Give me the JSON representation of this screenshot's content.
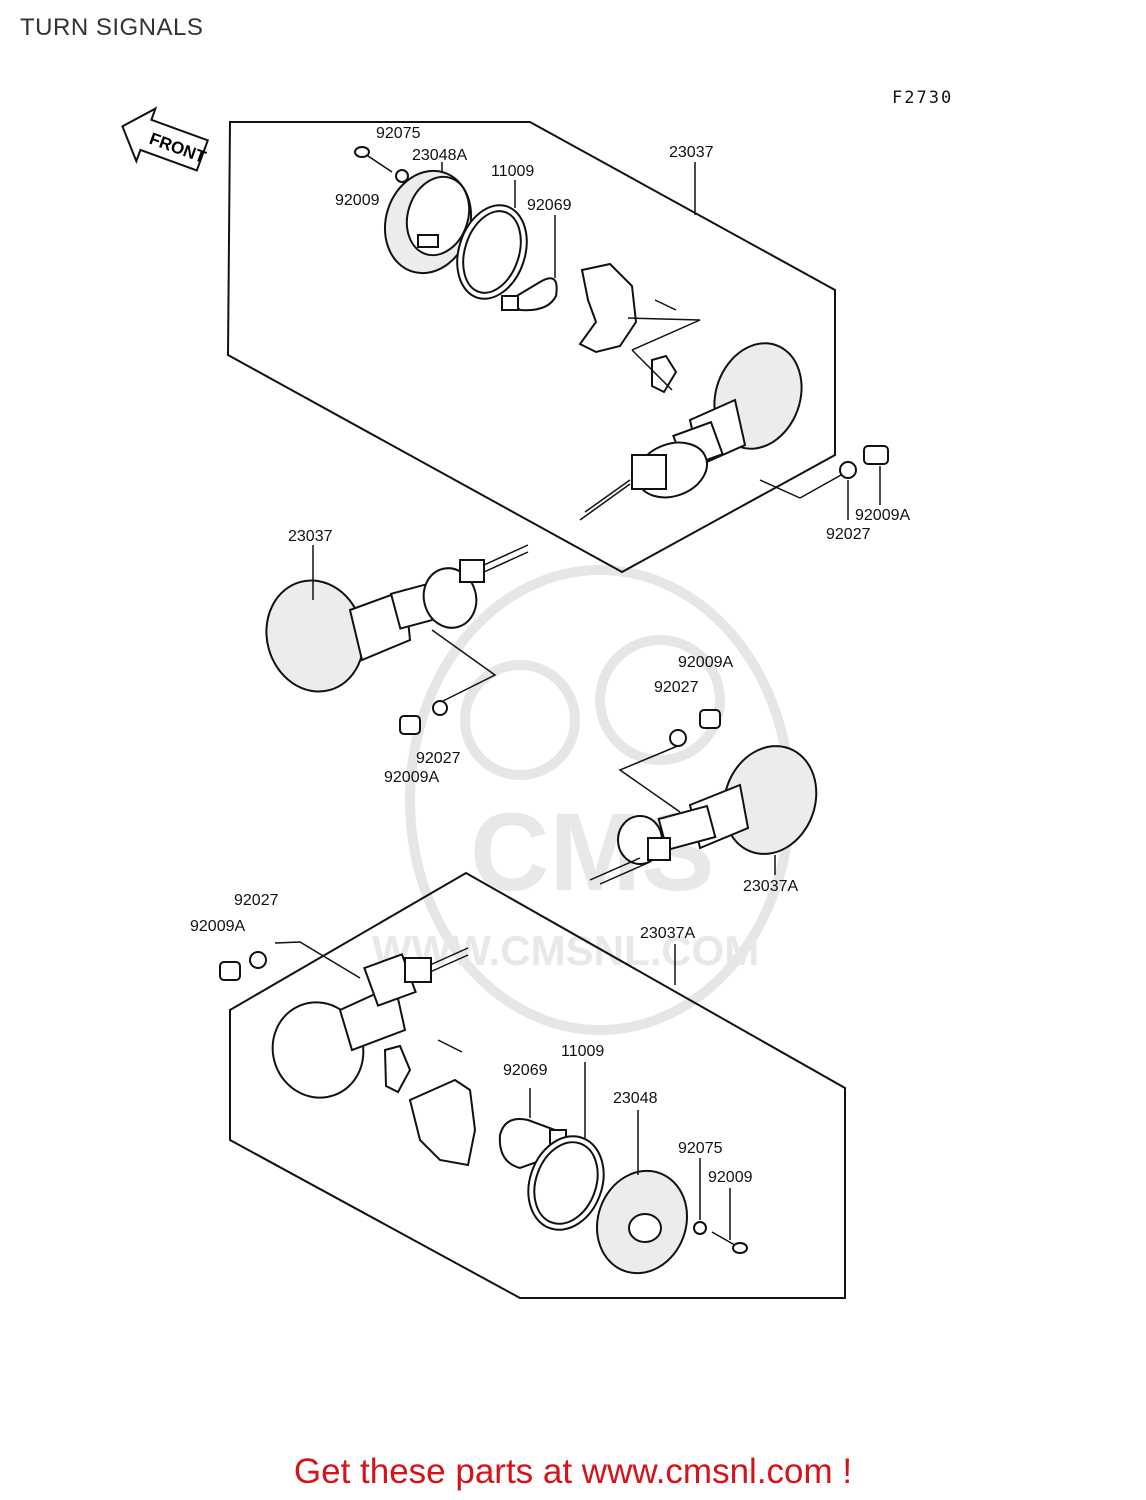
{
  "page": {
    "title": "TURN SIGNALS",
    "figure_code": "F2730"
  },
  "front_arrow": {
    "label": "FRONT"
  },
  "watermark": {
    "url": "WWW.CMSNL.COM",
    "logo": "CMS"
  },
  "labels": {
    "top_92075": "92075",
    "top_23048A": "23048A",
    "top_11009": "11009",
    "top_92009": "92009",
    "top_92069": "92069",
    "top_23037": "23037",
    "r_92009A": "92009A",
    "r_92027": "92027",
    "l_23037": "23037",
    "l_92027": "92027",
    "l_92009A": "92009A",
    "m_92009A": "92009A",
    "m_92027": "92027",
    "m_23037A": "23037A",
    "b_92027": "92027",
    "b_92009A": "92009A",
    "b_23037A": "23037A",
    "b_11009": "11009",
    "b_92069": "92069",
    "b_23048": "23048",
    "b_92075": "92075",
    "b_92009": "92009"
  },
  "footer": {
    "cta": "Get these parts at www.cmsnl.com !",
    "color": "#d4141a"
  }
}
